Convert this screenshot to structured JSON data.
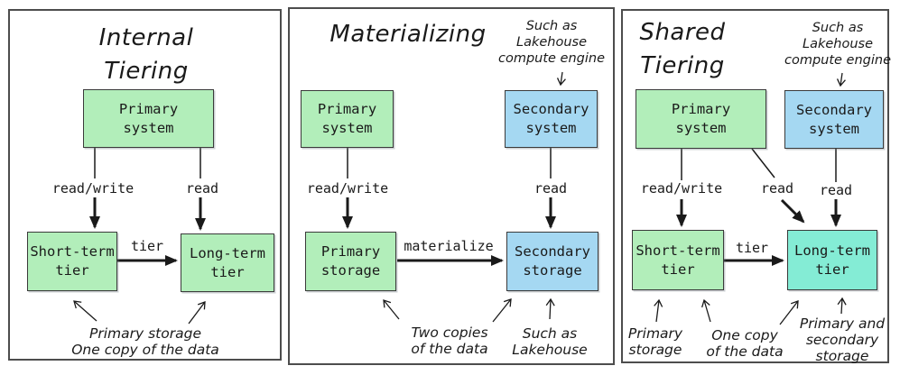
{
  "colors": {
    "green": "#b2eeba",
    "blue": "#a5d8f2",
    "cyan": "#84ecd5"
  },
  "panels": [
    {
      "title": [
        "Internal",
        "Tiering"
      ],
      "boxes": {
        "primary_system": [
          "Primary",
          "system"
        ],
        "short_term": [
          "Short-term",
          "tier"
        ],
        "long_term": [
          "Long-term",
          "tier"
        ]
      },
      "labels": {
        "read_write": "read/write",
        "read": "read",
        "tier": "tier"
      },
      "annotations": {
        "bottom": [
          "Primary storage",
          "One copy of the data"
        ]
      }
    },
    {
      "title": [
        "Materializing"
      ],
      "boxes": {
        "primary_system": [
          "Primary",
          "system"
        ],
        "secondary_system": [
          "Secondary",
          "system"
        ],
        "primary_storage": [
          "Primary",
          "storage"
        ],
        "secondary_storage": [
          "Secondary",
          "storage"
        ]
      },
      "labels": {
        "read_write": "read/write",
        "read": "read",
        "materialize": "materialize"
      },
      "annotations": {
        "compute_engine": [
          "Such as",
          "Lakehouse",
          "compute engine"
        ],
        "two_copies": [
          "Two copies",
          "of the data"
        ],
        "lakehouse": [
          "Such as",
          "Lakehouse"
        ]
      }
    },
    {
      "title": [
        "Shared",
        "Tiering"
      ],
      "boxes": {
        "primary_system": [
          "Primary",
          "system"
        ],
        "secondary_system": [
          "Secondary",
          "system"
        ],
        "short_term": [
          "Short-term",
          "tier"
        ],
        "long_term": [
          "Long-term",
          "tier"
        ]
      },
      "labels": {
        "read_write": "read/write",
        "read_primary": "read",
        "read_secondary": "read",
        "tier": "tier"
      },
      "annotations": {
        "compute_engine": [
          "Such as",
          "Lakehouse",
          "compute engine"
        ],
        "primary_storage": [
          "Primary",
          "storage"
        ],
        "one_copy": [
          "One copy",
          "of the data"
        ],
        "primary_and_secondary": [
          "Primary and",
          "secondary",
          "storage"
        ]
      }
    }
  ]
}
